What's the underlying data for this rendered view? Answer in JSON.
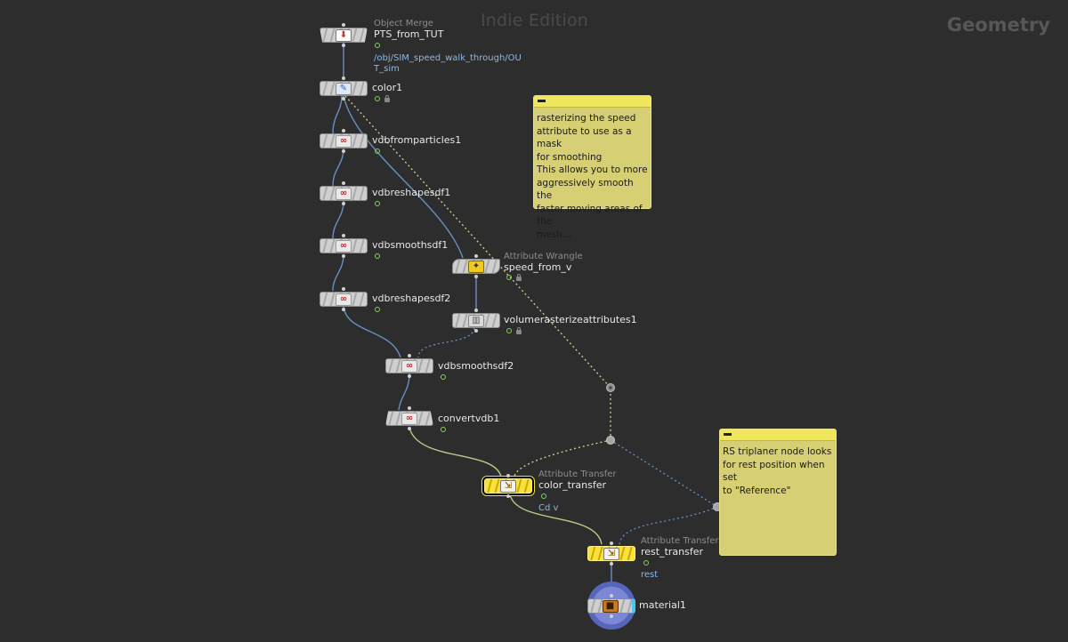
{
  "header": {
    "edition": "Indie Edition",
    "context": "Geometry"
  },
  "nodes": {
    "pts_from_tut": {
      "type": "Object Merge",
      "name": "PTS_from_TUT",
      "path": "/obj/SIM_speed_walk_through/OU\nT_sim",
      "icon": "object-merge-icon"
    },
    "color1": {
      "name": "color1",
      "icon": "color-icon"
    },
    "vdbfromparticles1": {
      "name": "vdbfromparticles1",
      "icon": "vdb-icon"
    },
    "vdbreshapesdf1": {
      "name": "vdbreshapesdf1",
      "icon": "vdb-icon"
    },
    "vdbsmoothsdf1": {
      "name": "vdbsmoothsdf1",
      "icon": "vdb-icon"
    },
    "vdbreshapesdf2": {
      "name": "vdbreshapesdf2",
      "icon": "vdb-icon"
    },
    "speed_from_v": {
      "type": "Attribute Wrangle",
      "name": "speed_from_v",
      "icon": "wrangle-icon"
    },
    "volumerasterize": {
      "name": "volumerasterizeattributes1",
      "icon": "volume-icon"
    },
    "vdbsmoothsdf2": {
      "name": "vdbsmoothsdf2",
      "icon": "vdb-icon"
    },
    "convertvdb1": {
      "name": "convertvdb1",
      "icon": "vdb-icon"
    },
    "color_transfer": {
      "type": "Attribute Transfer",
      "name": "color_transfer",
      "param": "Cd v",
      "icon": "attribute-transfer-icon"
    },
    "rest_transfer": {
      "type": "Attribute Transfer",
      "name": "rest_transfer",
      "param": "rest",
      "icon": "attribute-transfer-icon"
    },
    "material1": {
      "name": "material1",
      "icon": "material-icon"
    }
  },
  "stickies": [
    {
      "text": "rasterizing the speed\nattribute to use as a mask\nfor smoothing\nThis allows you to more\naggressively smooth the\nfaster moving areas of the\nmesh…"
    },
    {
      "text": "RS triplaner node looks\nfor rest position when set\nto \"Reference\""
    }
  ],
  "colors": {
    "background": "#2d2d2d",
    "wire_solid": "#6a8fc4",
    "wire_green": "#b5cc86",
    "wire_dotted_yellow": "#d8d28a",
    "wire_dotted_blue": "#6a8fc4",
    "sticky_bg": "#d7cf73",
    "selected_node": "#f5e22a"
  }
}
